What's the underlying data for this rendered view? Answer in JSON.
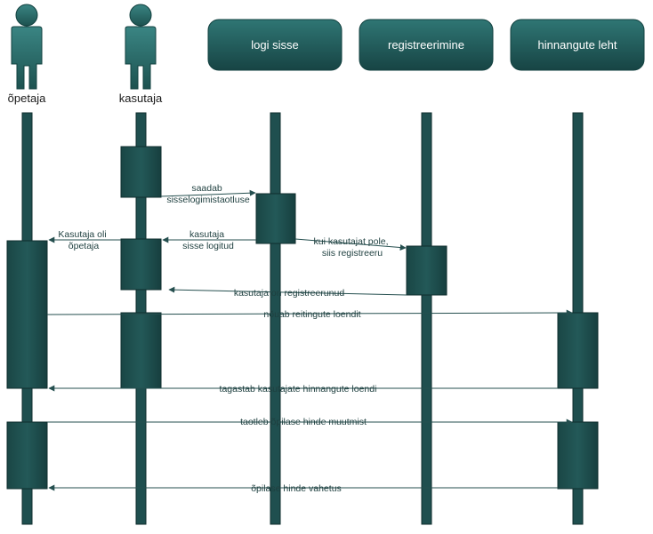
{
  "colors": {
    "lifeline": "#1f4f4f",
    "activation": "#1c4a49",
    "activation_edge": "#0f2e2e",
    "component_fill": "#1d5554",
    "actor_fill": "#2a6a68",
    "arrow": "#254f4f",
    "text": "#1a1a1a"
  },
  "actors": [
    {
      "id": "opetaja",
      "label": "õpetaja",
      "icon": "person-icon"
    },
    {
      "id": "kasutaja",
      "label": "kasutaja",
      "icon": "person-icon"
    }
  ],
  "components": [
    {
      "id": "logi",
      "label": "logi sisse"
    },
    {
      "id": "reg",
      "label": "registreerimine"
    },
    {
      "id": "hinn",
      "label": "hinnangute leht"
    }
  ],
  "messages": [
    {
      "id": "m1",
      "from": "kasutaja",
      "to": "logi",
      "lines": [
        "saadab",
        "sisselogimistaotluse"
      ]
    },
    {
      "id": "m2",
      "from": "logi",
      "to": "kasutaja",
      "lines": [
        "kasutaja",
        "sisse logitud"
      ]
    },
    {
      "id": "m3",
      "from": "kasutaja",
      "to": "opetaja",
      "lines": [
        "Kasutaja oli",
        "õpetaja"
      ]
    },
    {
      "id": "m4",
      "from": "logi",
      "to": "reg",
      "lines": [
        "kui kasutajat pole,",
        "siis registreeru"
      ]
    },
    {
      "id": "m5",
      "from": "reg",
      "to": "kasutaja",
      "lines": [
        "kasutaja on registreerunud"
      ]
    },
    {
      "id": "m6",
      "from": "opetaja",
      "to": "hinn",
      "lines": [
        "nõuab reitingute loendit"
      ]
    },
    {
      "id": "m7",
      "from": "hinn",
      "to": "opetaja",
      "lines": [
        "tagastab kasutajate hinnangute loendi"
      ]
    },
    {
      "id": "m8",
      "from": "opetaja",
      "to": "hinn",
      "lines": [
        "taotleb õpilase hinde muutmist"
      ]
    },
    {
      "id": "m9",
      "from": "hinn",
      "to": "opetaja",
      "lines": [
        "õpilase hinde vahetus"
      ]
    }
  ]
}
